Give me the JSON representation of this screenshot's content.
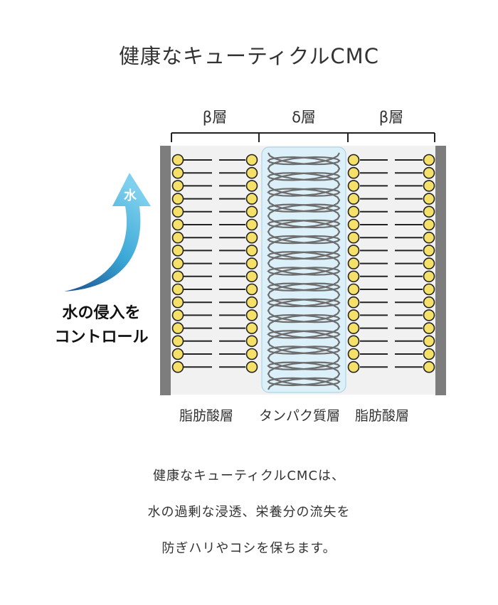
{
  "title": "健康なキューティクルCMC",
  "layers_top": {
    "left": "β層",
    "middle": "δ層",
    "right": "β層"
  },
  "layers_bottom": {
    "left": "脂肪酸層",
    "middle": "タンパク質層",
    "right": "脂肪酸層"
  },
  "arrow": {
    "badge": "水",
    "caption_line1": "水の侵入を",
    "caption_line2": "コントロール"
  },
  "description": [
    "健康なキューティクルCMCは、",
    "水の過剰な浸透、栄養分の流失を",
    "防ぎハリやコシを保ちます。"
  ],
  "colors": {
    "lipid_head": "#f5e06a",
    "arrow": "#3aa7d6",
    "protein_bg": "#dcf0fa",
    "wall": "#7d7d7d"
  }
}
